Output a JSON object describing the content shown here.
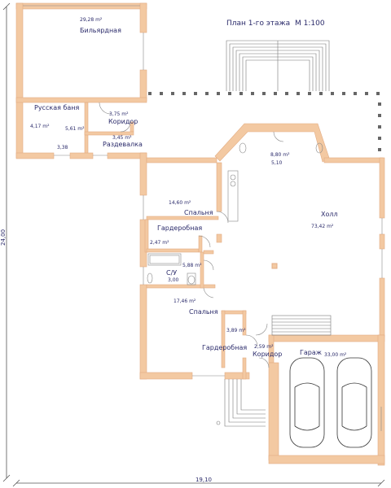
{
  "title": "План 1-го этажа",
  "scale": "М 1:100",
  "dim_width": "19,10",
  "dim_height": "24,00",
  "colors": {
    "wall": "#f3c9a2",
    "wall_edge": "#e3ad84",
    "line": "#555555",
    "text": "#2a2a6a",
    "column": "#666666"
  },
  "rooms": [
    {
      "name": "Бильярдная",
      "area": "29,28 m²"
    },
    {
      "name": "Русская баня",
      "area": ""
    },
    {
      "name": "",
      "area": "4,17 m²"
    },
    {
      "name": "",
      "area": "5,61 m²"
    },
    {
      "name": "",
      "area": "3,38"
    },
    {
      "name": "Коридор",
      "area": "3,75 m²"
    },
    {
      "name": "Раздевалка",
      "area": "3,45 m²"
    },
    {
      "name": "",
      "area": "8,80 m²"
    },
    {
      "name": "",
      "area": "5,10"
    },
    {
      "name": "Спальня",
      "area": "14,60 m²"
    },
    {
      "name": "Холл",
      "area": "73,42 m²"
    },
    {
      "name": "Гардеробная",
      "area": "2,47 m²"
    },
    {
      "name": "С/У",
      "area": "5,88 m²"
    },
    {
      "name": "",
      "area": "3,00"
    },
    {
      "name": "Спальня",
      "area": "17,46 m²"
    },
    {
      "name": "Гардеробная",
      "area": "3,89 m²"
    },
    {
      "name": "Коридор",
      "area": "2,59 m²"
    },
    {
      "name": "Гараж",
      "area": "33,00 m²"
    }
  ]
}
